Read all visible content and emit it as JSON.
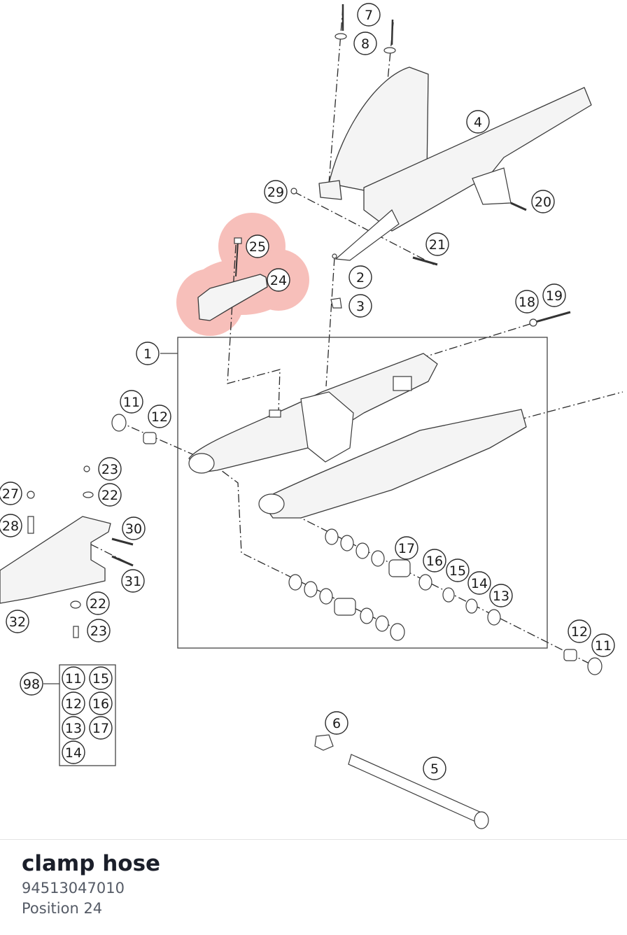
{
  "callouts": [
    {
      "id": "7",
      "label": "7"
    },
    {
      "id": "8",
      "label": "8"
    },
    {
      "id": "4",
      "label": "4"
    },
    {
      "id": "29",
      "label": "29"
    },
    {
      "id": "20",
      "label": "20"
    },
    {
      "id": "21",
      "label": "21"
    },
    {
      "id": "25",
      "label": "25"
    },
    {
      "id": "24",
      "label": "24"
    },
    {
      "id": "2",
      "label": "2"
    },
    {
      "id": "3",
      "label": "3"
    },
    {
      "id": "18",
      "label": "18"
    },
    {
      "id": "19",
      "label": "19"
    },
    {
      "id": "1",
      "label": "1"
    },
    {
      "id": "11a",
      "label": "11"
    },
    {
      "id": "12a",
      "label": "12"
    },
    {
      "id": "23a",
      "label": "23"
    },
    {
      "id": "27",
      "label": "27"
    },
    {
      "id": "22a",
      "label": "22"
    },
    {
      "id": "28",
      "label": "28"
    },
    {
      "id": "30",
      "label": "30"
    },
    {
      "id": "31",
      "label": "31"
    },
    {
      "id": "22b",
      "label": "22"
    },
    {
      "id": "32",
      "label": "32"
    },
    {
      "id": "23b",
      "label": "23"
    },
    {
      "id": "17",
      "label": "17"
    },
    {
      "id": "16",
      "label": "16"
    },
    {
      "id": "15",
      "label": "15"
    },
    {
      "id": "14",
      "label": "14"
    },
    {
      "id": "13",
      "label": "13"
    },
    {
      "id": "12b",
      "label": "12"
    },
    {
      "id": "11b",
      "label": "11"
    },
    {
      "id": "98",
      "label": "98"
    },
    {
      "id": "k11",
      "label": "11"
    },
    {
      "id": "k15",
      "label": "15"
    },
    {
      "id": "k12",
      "label": "12"
    },
    {
      "id": "k16",
      "label": "16"
    },
    {
      "id": "k13",
      "label": "13"
    },
    {
      "id": "k17",
      "label": "17"
    },
    {
      "id": "k14",
      "label": "14"
    },
    {
      "id": "6",
      "label": "6"
    },
    {
      "id": "5",
      "label": "5"
    }
  ],
  "highlight": {
    "color": "#f08080",
    "part": "24"
  },
  "selected_part": {
    "name": "clamp hose",
    "number": "94513047010",
    "position": "Position 24"
  }
}
